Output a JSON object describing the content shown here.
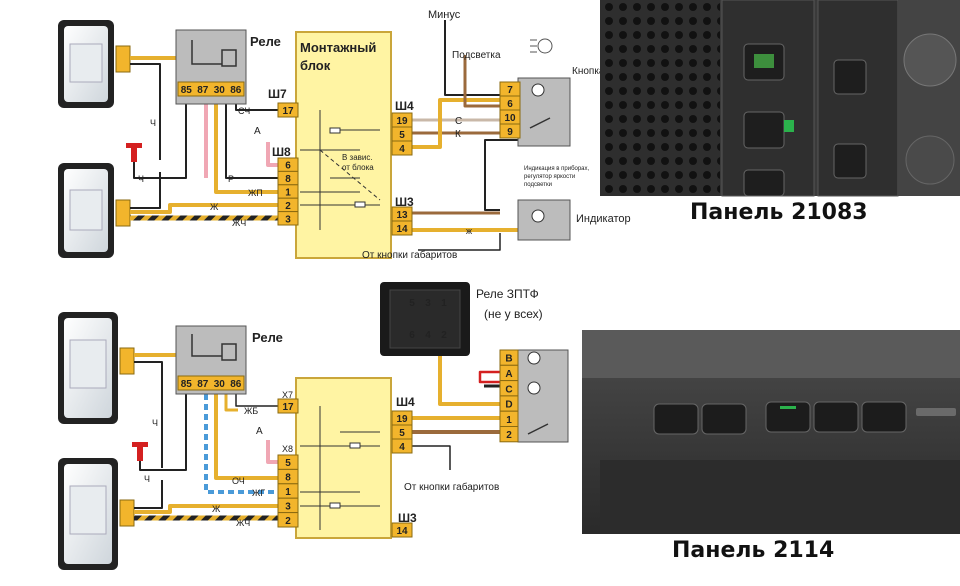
{
  "top": {
    "relay_label": "Реле",
    "relay_pins": [
      "85",
      "87",
      "30",
      "86"
    ],
    "block_label": [
      "Монтажный",
      "блок"
    ],
    "minus_label": "Минус",
    "backlight_label": "Подсветка",
    "button_label": "Кнопка",
    "button_pins": [
      "7",
      "6",
      "10",
      "9"
    ],
    "wire_c": "С",
    "wire_k": "К",
    "note_indication": [
      "Индикация в приборах,",
      "регулятор яркости",
      "подсветки"
    ],
    "indicator_label": "Индикатор",
    "sh7": "Ш7",
    "sh7_pin": "17",
    "sh7_wire": "СЧ",
    "sh8": "Ш8",
    "sh8_pins": [
      "6",
      "8",
      "1",
      "2",
      "3"
    ],
    "sh8_wires": {
      "p": "Р",
      "zhp": "ЖП",
      "zh": "Ж",
      "zhch": "ЖЧ"
    },
    "sh4": "Ш4",
    "sh4_pins": [
      "19",
      "5",
      "4"
    ],
    "sh3": "Ш3",
    "sh3_pins": [
      "13",
      "14"
    ],
    "inside_note": [
      "В завис.",
      "от блока"
    ],
    "zh_right": "ж",
    "from_button": "От кнопки габаритов",
    "ch": "Ч",
    "a_plus": "А"
  },
  "bottom": {
    "relay_label": "Реле",
    "relay_pins": [
      "85",
      "87",
      "30",
      "86"
    ],
    "x7": "X7",
    "x7_pin": "17",
    "x7_wire": "ЖБ",
    "x8": "X8",
    "x8_pins": [
      "5",
      "8",
      "1",
      "3",
      "2"
    ],
    "x8_wires": {
      "och": "ОЧ",
      "zhg": "ЖГ",
      "zh": "Ж",
      "zhch": "ЖЧ"
    },
    "sh4": "Ш4",
    "sh4_pins": [
      "19",
      "5",
      "4"
    ],
    "sh3": "Ш3",
    "sh3_pin": "14",
    "from_button": "От кнопки габаритов",
    "zptf_label": [
      "Реле ЗПТФ",
      "(не у всех)"
    ],
    "zptf_pins_top": [
      "5",
      "3",
      "1"
    ],
    "zptf_pins_bottom": [
      "6",
      "4",
      "2"
    ],
    "button_pins": [
      "B",
      "A",
      "C",
      "D",
      "1",
      "2"
    ],
    "ch": "Ч",
    "a_plus": "А"
  },
  "panels": {
    "top": "Панель 21083",
    "bottom": "Панель 2114"
  },
  "colors": {
    "yellow_wire": "#e6b02e",
    "connector": "#f2b52c",
    "block": "#fff4a3",
    "gray_box": "#bcbcbc",
    "pink_wire": "#f0a7b4",
    "brown_wire": "#9b6a3c",
    "blue_wire": "#4a9ad8",
    "red_fuse": "#d42020",
    "panel_bg": "#3a3a3a"
  }
}
